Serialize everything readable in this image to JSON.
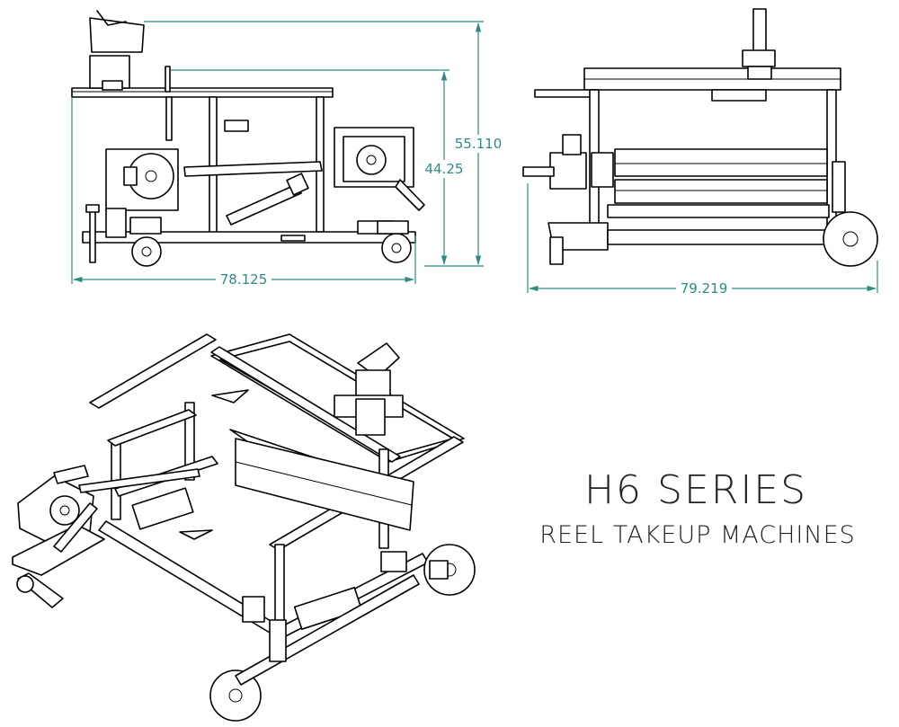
{
  "dimensions": {
    "side_width": "78.125",
    "side_height_overall": "55.110",
    "side_height_frame": "44.25",
    "front_width": "79.219"
  },
  "title": {
    "line1": "H6 SERIES",
    "line2": "REEL TAKEUP MACHINES"
  },
  "colors": {
    "dimension": "#2e8b84",
    "linework": "#000000",
    "title": "#222222"
  },
  "views": [
    "side-elevation",
    "front-elevation",
    "isometric"
  ]
}
